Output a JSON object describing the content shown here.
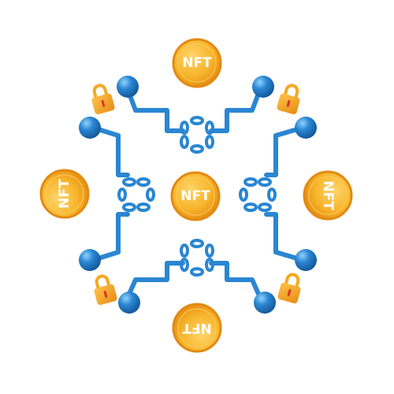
{
  "coins": [
    {
      "id": "top",
      "label": "NFT"
    },
    {
      "id": "center",
      "label": "NFT"
    },
    {
      "id": "left",
      "label": "NFT"
    },
    {
      "id": "right",
      "label": "NFT"
    },
    {
      "id": "bottom",
      "label": "NFT"
    }
  ],
  "colors": {
    "coin_face": "#f7b52b",
    "coin_rim": "#e38a12",
    "coin_text": "#ffffff",
    "wire": "#2a86d3",
    "wire_shadow": "#1a5e9e",
    "node": "#2a86d3",
    "node_highlight": "#6fc0f2",
    "lock_body": "#f6a822",
    "lock_shackle": "#f6a822",
    "lock_slot": "#d9342b",
    "background": "#ffffff"
  },
  "icons": [
    "nft-coin-icon",
    "lock-icon",
    "chain-link-icon",
    "network-node-icon"
  ]
}
